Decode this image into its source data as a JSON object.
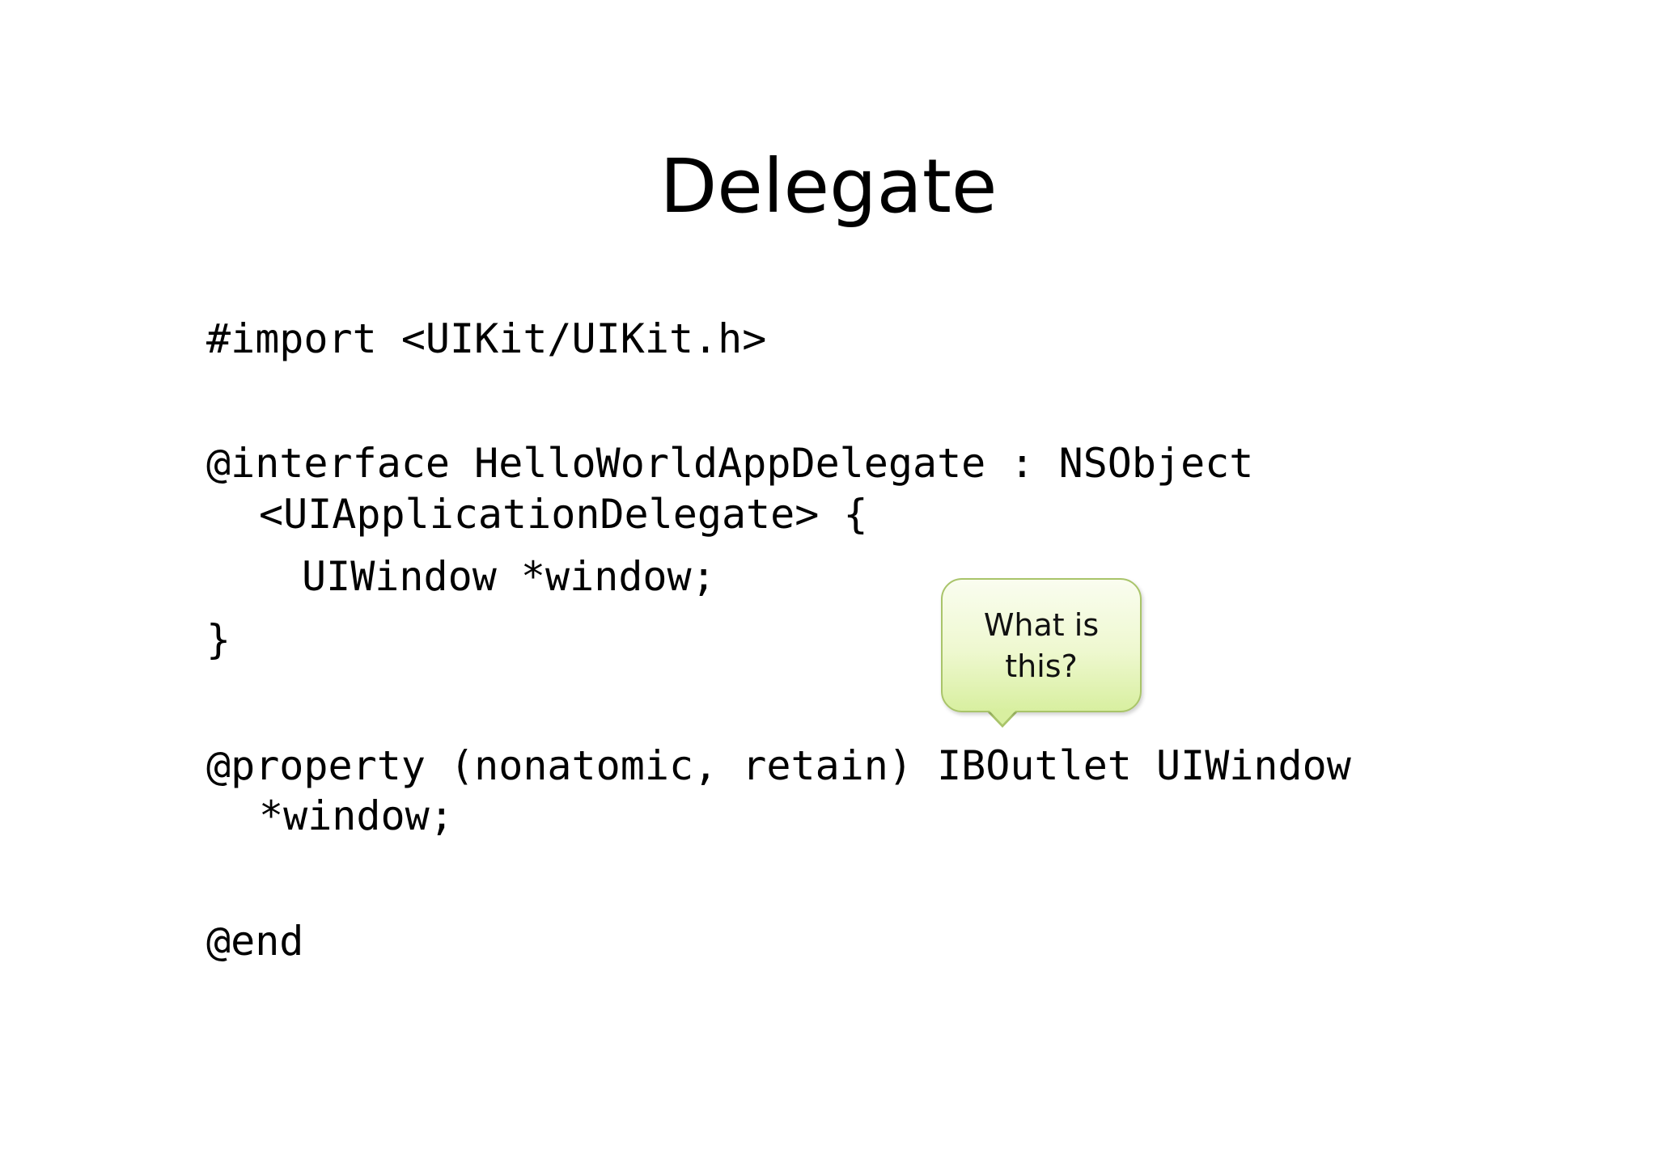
{
  "slide": {
    "title": "Delegate",
    "code_lines": [
      "#import <UIKit/UIKit.h>",
      "@interface HelloWorldAppDelegate : NSObject",
      "<UIApplicationDelegate> {",
      "UIWindow *window;",
      "}",
      "@property (nonatomic, retain) IBOutlet UIWindow",
      "*window;",
      "@end"
    ],
    "callout": {
      "line1": "What is",
      "line2": "this?"
    }
  }
}
